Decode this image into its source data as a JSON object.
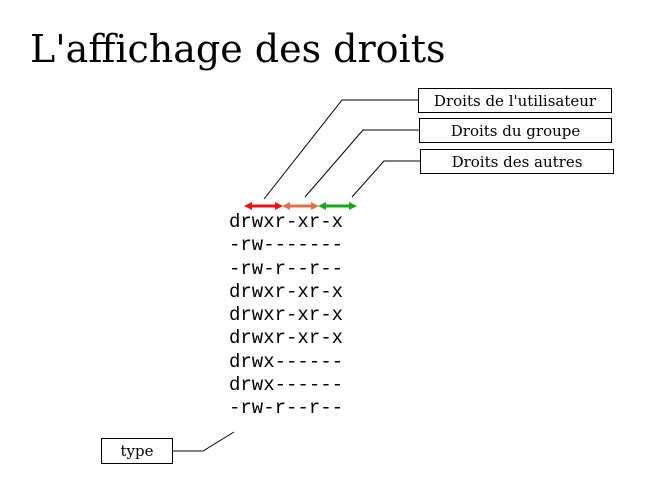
{
  "title": "L'affichage des droits",
  "labels": {
    "user": "Droits de l'utilisateur",
    "group": "Droits du groupe",
    "others": "Droits des autres",
    "type": "type"
  },
  "arrow_colors": {
    "user": "#ee1111",
    "group": "#e0704a",
    "others": "#1aa51a"
  },
  "permissions": [
    "drwxr-xr-x",
    "-rw-------",
    "-rw-r--r--",
    "drwxr-xr-x",
    "drwxr-xr-x",
    "drwxr-xr-x",
    "drwx------",
    "drwx------",
    "-rw-r--r--"
  ]
}
